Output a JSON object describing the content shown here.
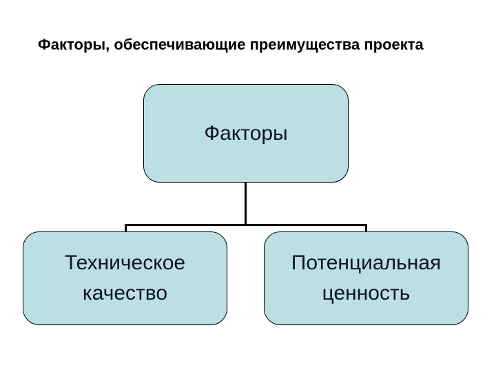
{
  "slide": {
    "title": "Факторы, обеспечивающие преимущества проекта"
  },
  "diagram": {
    "type": "org-chart",
    "root": {
      "label": "Факторы"
    },
    "children": [
      {
        "label": "Техническое\nкачество"
      },
      {
        "label": "Потенциальная\nценность"
      }
    ]
  },
  "colors": {
    "background": "#ffffff",
    "box_fill": "#bcdfe4",
    "box_border": "#000000",
    "connector": "#000000",
    "title_text": "#000000",
    "box_text": "#10151c"
  }
}
